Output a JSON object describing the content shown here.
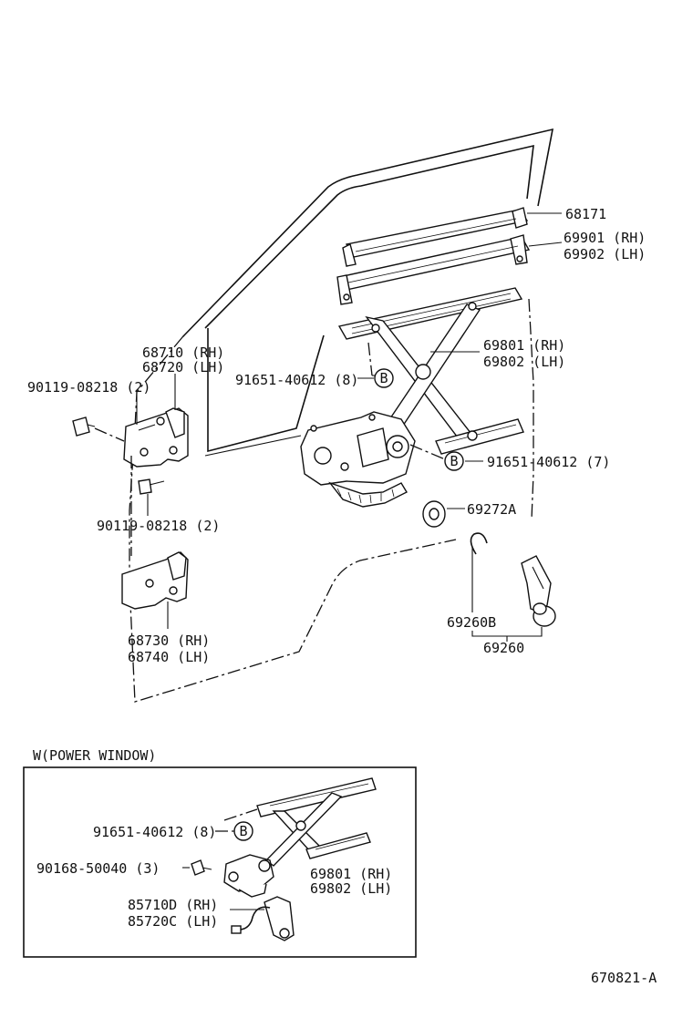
{
  "labels": {
    "p68171": "68171",
    "p69901": "69901 (RH)",
    "p69902": "69902 (LH)",
    "p69801": "69801 (RH)",
    "p69802": "69802 (LH)",
    "p68710": "68710 (RH)",
    "p68720": "68720 (LH)",
    "p90119_top": "90119-08218 (2)",
    "p91651_8": "91651-40612 (8)",
    "p91651_7": "91651-40612 (7)",
    "p90119_bottom": "90119-08218 (2)",
    "p69272A": "69272A",
    "p69260B": "69260B",
    "p69260": "69260",
    "p68730": "68730 (RH)",
    "p68740": "68740 (LH)",
    "callout_b": "B"
  },
  "power_window": {
    "title": "W(POWER WINDOW)",
    "p91651_8": "91651-40612 (8)",
    "p90168": "90168-50040 (3)",
    "p69801": "69801 (RH)",
    "p69802": "69802 (LH)",
    "p85710D": "85710D (RH)",
    "p85720C": "85720C (LH)",
    "callout_b": "B"
  },
  "footer": {
    "drawing_code": "670821-A"
  }
}
